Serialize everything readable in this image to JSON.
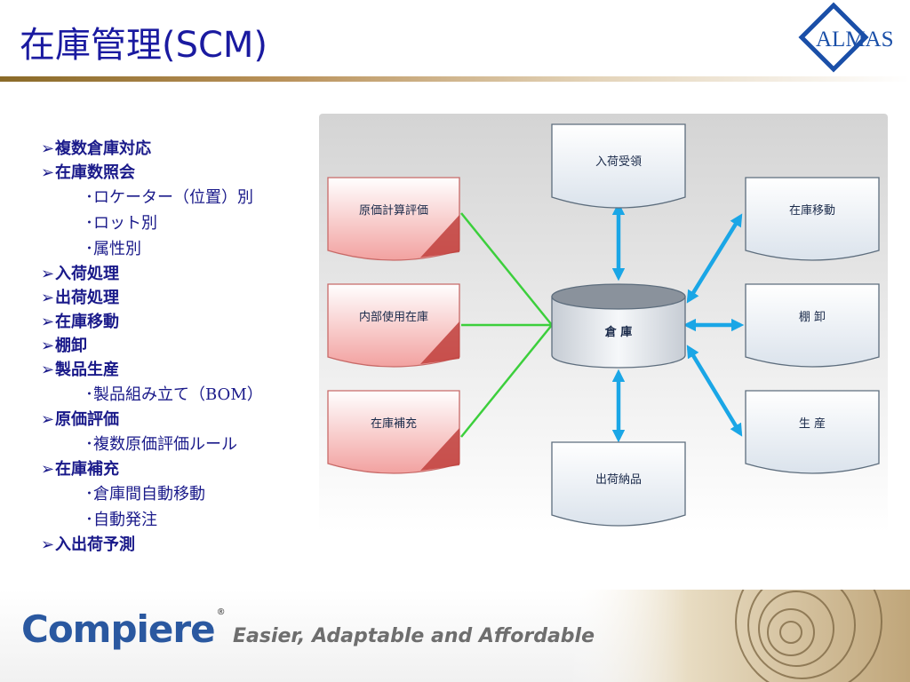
{
  "slide": {
    "title": "在庫管理(SCM)",
    "logo_text": "ALMAS",
    "brand": "Compiere",
    "brand_mark": "®",
    "tagline": "Easier, Adaptable and Affordable"
  },
  "bullets": [
    {
      "text": "複数倉庫対応",
      "level": 1
    },
    {
      "text": "在庫数照会",
      "level": 1
    },
    {
      "text": "･ロケーター（位置）別",
      "level": 2
    },
    {
      "text": "･ロット別",
      "level": 2
    },
    {
      "text": "･属性別",
      "level": 2
    },
    {
      "text": "入荷処理",
      "level": 1
    },
    {
      "text": "出荷処理",
      "level": 1
    },
    {
      "text": "在庫移動",
      "level": 1
    },
    {
      "text": "棚卸",
      "level": 1
    },
    {
      "text": "製品生産",
      "level": 1
    },
    {
      "text": "･製品組み立て（BOM）",
      "level": 2
    },
    {
      "text": "原価評価",
      "level": 1
    },
    {
      "text": "･複数原価評価ルール",
      "level": 2
    },
    {
      "text": "在庫補充",
      "level": 1
    },
    {
      "text": "･倉庫間自動移動",
      "level": 2
    },
    {
      "text": "･自動発注",
      "level": 2
    },
    {
      "text": "入出荷予測",
      "level": 1
    }
  ],
  "bullet_glyph": "➢",
  "diagram": {
    "center": "倉 庫",
    "left_docs": [
      "原価計算評価",
      "内部使用在庫",
      "在庫補充"
    ],
    "top_doc": "入荷受領",
    "bottom_doc": "出荷納品",
    "right_docs": [
      "在庫移動",
      "棚 卸",
      "生 産"
    ]
  },
  "colors": {
    "title": "#1a1aa0",
    "bullet_text": "#1a1a8a",
    "green_line": "#3ccf3c",
    "blue_arrow": "#1aa6e6",
    "pink_doc": "#f4aaa8",
    "blue_doc": "#e4eaf0"
  }
}
